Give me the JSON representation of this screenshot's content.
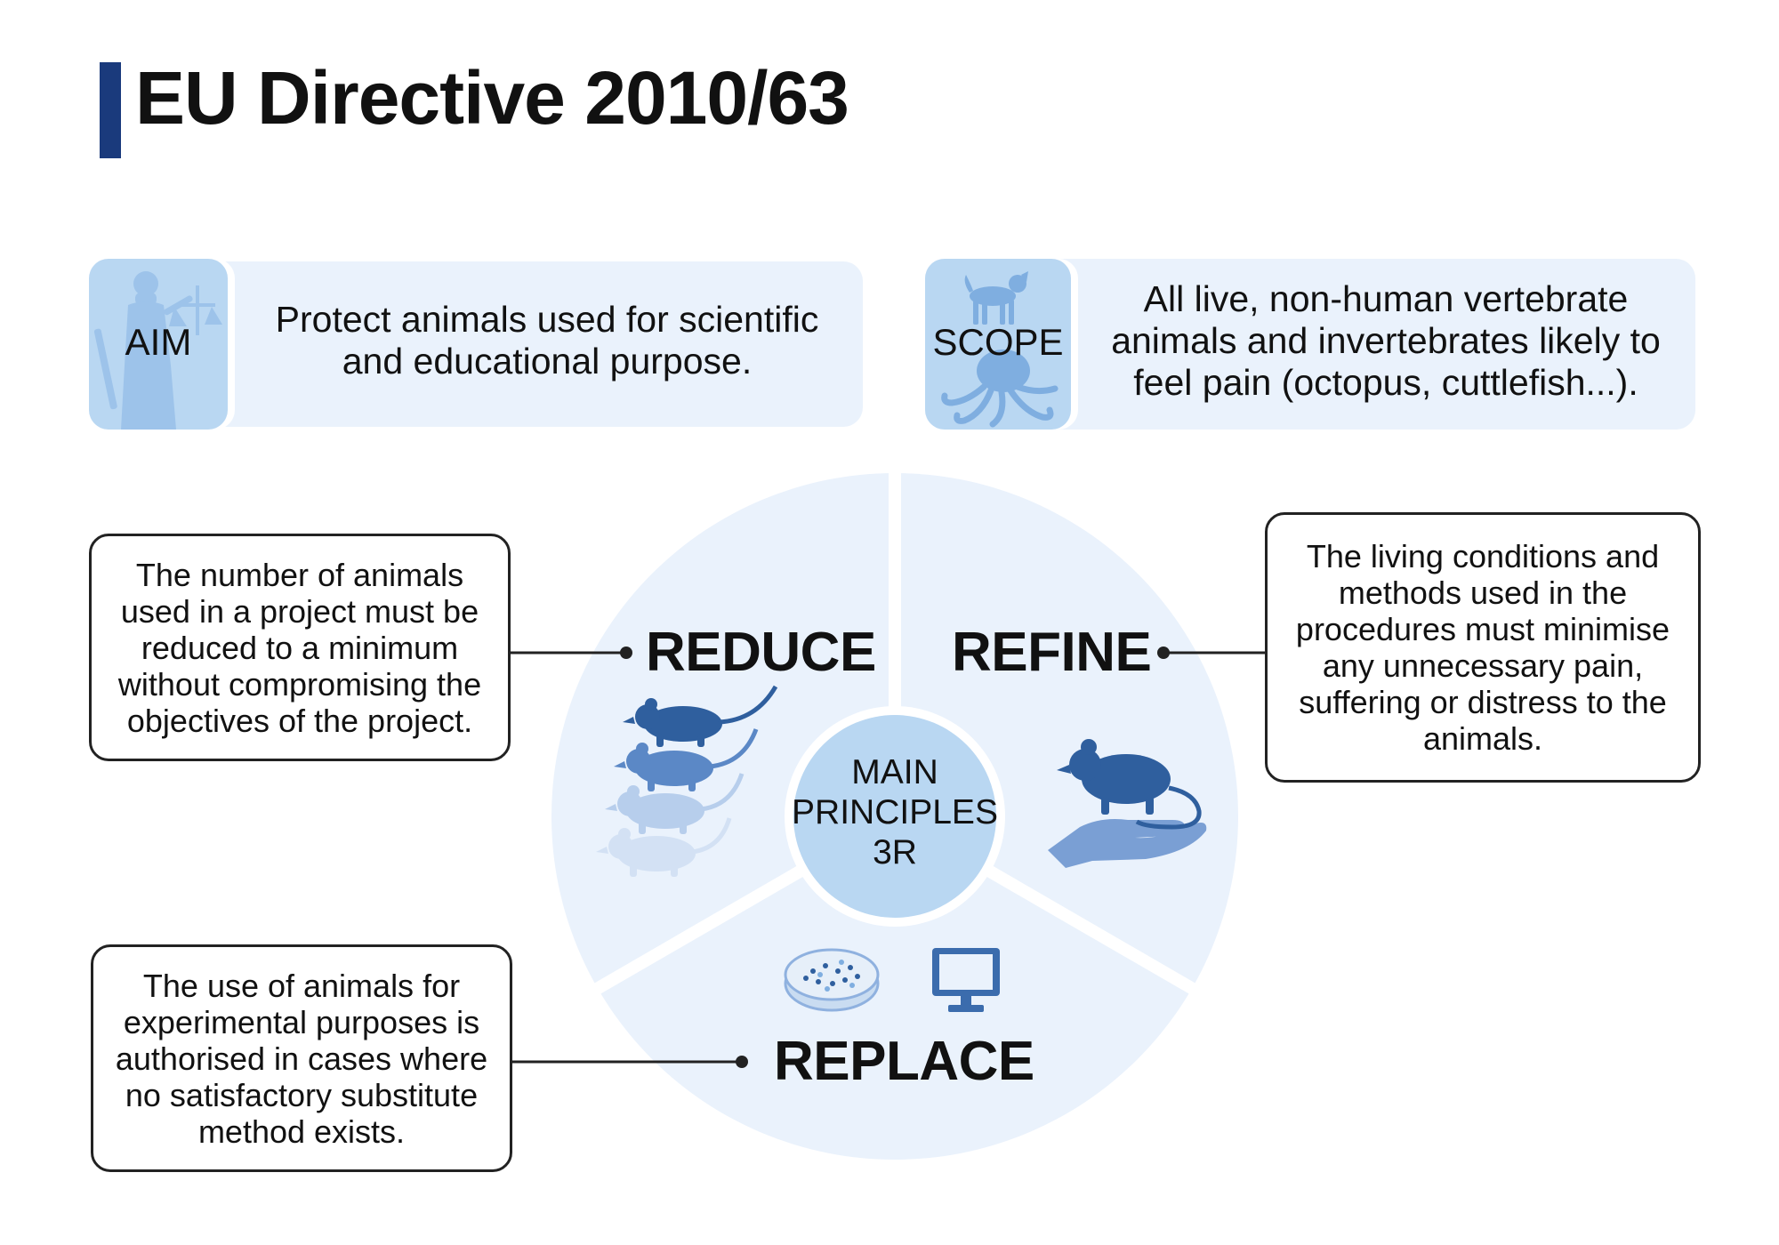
{
  "title": "EU Directive 2010/63",
  "aim": {
    "label": "AIM",
    "text": "Protect animals used for scientific and educational purpose.",
    "icon": "justice-statue-icon"
  },
  "scope": {
    "label": "SCOPE",
    "text": "All live, non-human vertebrate animals and invertebrates likely to feel pain (octopus, cuttlefish...).",
    "icons": [
      "dog-icon",
      "octopus-icon"
    ]
  },
  "center": {
    "line1": "MAIN",
    "line2": "PRINCIPLES",
    "line3": "3R"
  },
  "principles": {
    "reduce": {
      "label": "REDUCE",
      "description": "The number of animals used in a project must be reduced to a minimum without compromising the objectives of the project.",
      "icon": "mice-stack-icon"
    },
    "refine": {
      "label": "REFINE",
      "description": "The living conditions and methods used in the procedures must minimise any unnecessary pain, suffering or distress to the animals.",
      "icon": "mouse-on-hand-icon"
    },
    "replace": {
      "label": "REPLACE",
      "description": "The use of animals for experimental purposes is authorised in cases where no satisfactory substitute method exists.",
      "icons": [
        "petri-dish-icon",
        "computer-monitor-icon"
      ]
    }
  },
  "colors": {
    "title_accent": "#1a3a7c",
    "card_bg": "#eaf2fc",
    "tile_bg": "#b9d7f2",
    "wheel_bg": "#eaf2fc",
    "hub_bg": "#b9d7f2",
    "icon_dark": "#2f5f9e",
    "icon_mid": "#5b88c6",
    "icon_light": "#9dbbe2"
  }
}
